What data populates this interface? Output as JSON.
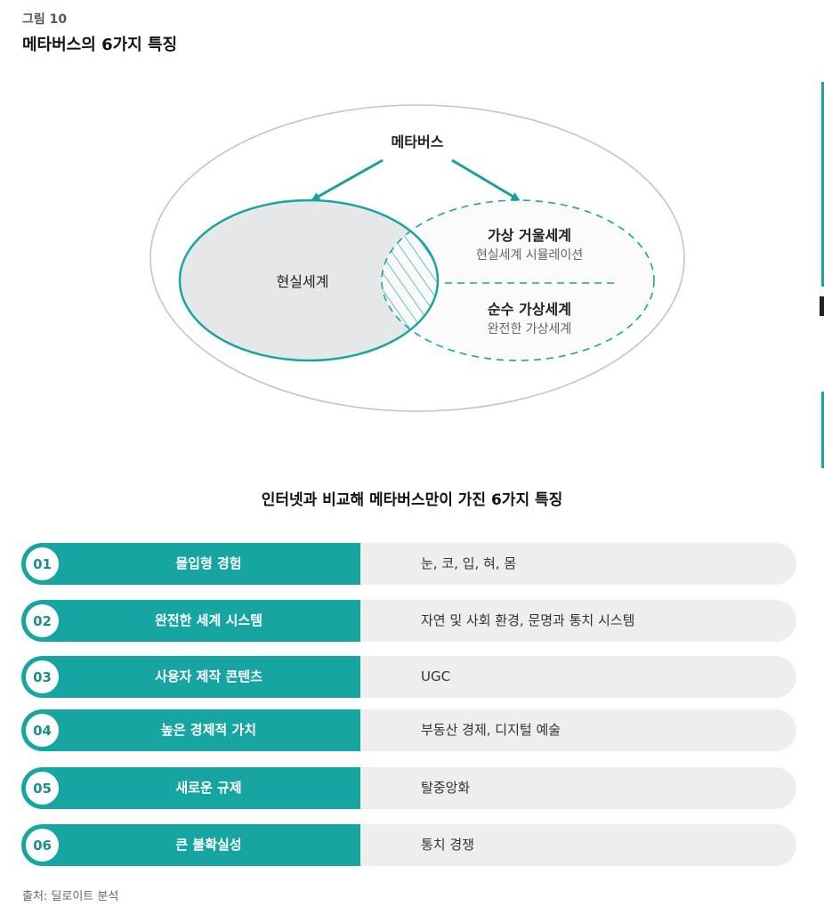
{
  "figure": {
    "label": "그림 10",
    "title": "메타버스의 6가지 특징"
  },
  "diagram": {
    "outer_label": "메타버스",
    "real_world": "현실세계",
    "mirror_world": {
      "title": "가상 거울세계",
      "subtitle": "현실세계 시뮬레이션"
    },
    "pure_virtual": {
      "title": "순수 가상세계",
      "subtitle": "완전한 가상세계"
    },
    "colors": {
      "accent": "#17a5a1",
      "outline": "#c5c5c5",
      "fill_gray": "#e5e7e8",
      "arrow": "#1aa09c"
    }
  },
  "section_title": "인터넷과 비교해 메타버스만이 가진 6가지 특징",
  "features": [
    {
      "num": "01",
      "name": "몰입형 경험",
      "desc": "눈, 코, 입, 혀, 몸"
    },
    {
      "num": "02",
      "name": "완전한 세계 시스템",
      "desc": "자연 및 사회 환경, 문명과 통치 시스템"
    },
    {
      "num": "03",
      "name": "사용자 제작 콘텐츠",
      "desc": "UGC"
    },
    {
      "num": "04",
      "name": "높은 경제적 가치",
      "desc": "부동산 경제, 디지털 예술"
    },
    {
      "num": "05",
      "name": "새로운 규제",
      "desc": "탈중앙화"
    },
    {
      "num": "06",
      "name": "큰 불확실성",
      "desc": "통치 경쟁"
    }
  ],
  "source": "출처: 딜로이트 분석"
}
